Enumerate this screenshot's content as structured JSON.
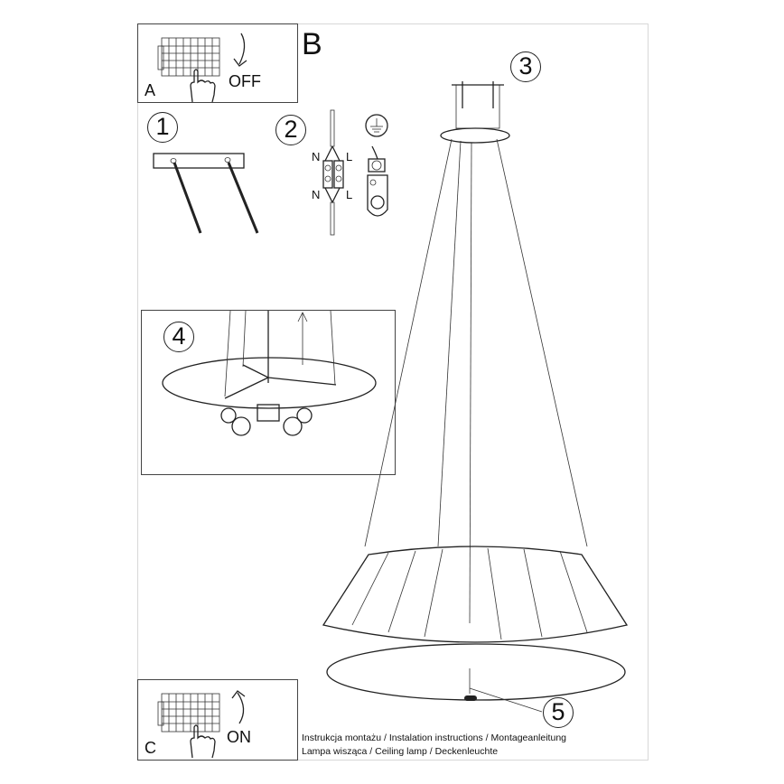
{
  "diagram": {
    "type": "installation-instructions",
    "section_label_b": "B",
    "panels": {
      "a": {
        "letter": "A",
        "switch_label": "OFF",
        "arrow_direction": "down"
      },
      "c": {
        "letter": "C",
        "switch_label": "ON",
        "arrow_direction": "up"
      }
    },
    "steps": [
      {
        "number": "1",
        "description": "Ceiling bar with two wall anchors/screws"
      },
      {
        "number": "2",
        "description": "Wire connector terminal",
        "terminal_labels": {
          "top_left": "N",
          "top_right": "L",
          "bottom_left": "N",
          "bottom_right": "L"
        },
        "ground_symbol": "earth-ground-icon"
      },
      {
        "number": "3",
        "description": "Ceiling canopy with mounting bracket and suspension cables"
      },
      {
        "number": "4",
        "description": "Shade ring frame with bulb holders"
      },
      {
        "number": "5",
        "description": "Bottom diffuser fixing knob"
      }
    ],
    "footer": {
      "line1": "Instrukcja montażu / Instalation instructions / Montageanleitung",
      "line2": "Lampa wisząca / Ceiling lamp / Deckenleuchte"
    },
    "colors": {
      "line": "#222222",
      "frame": "#d8d8d8",
      "background": "#ffffff"
    }
  }
}
